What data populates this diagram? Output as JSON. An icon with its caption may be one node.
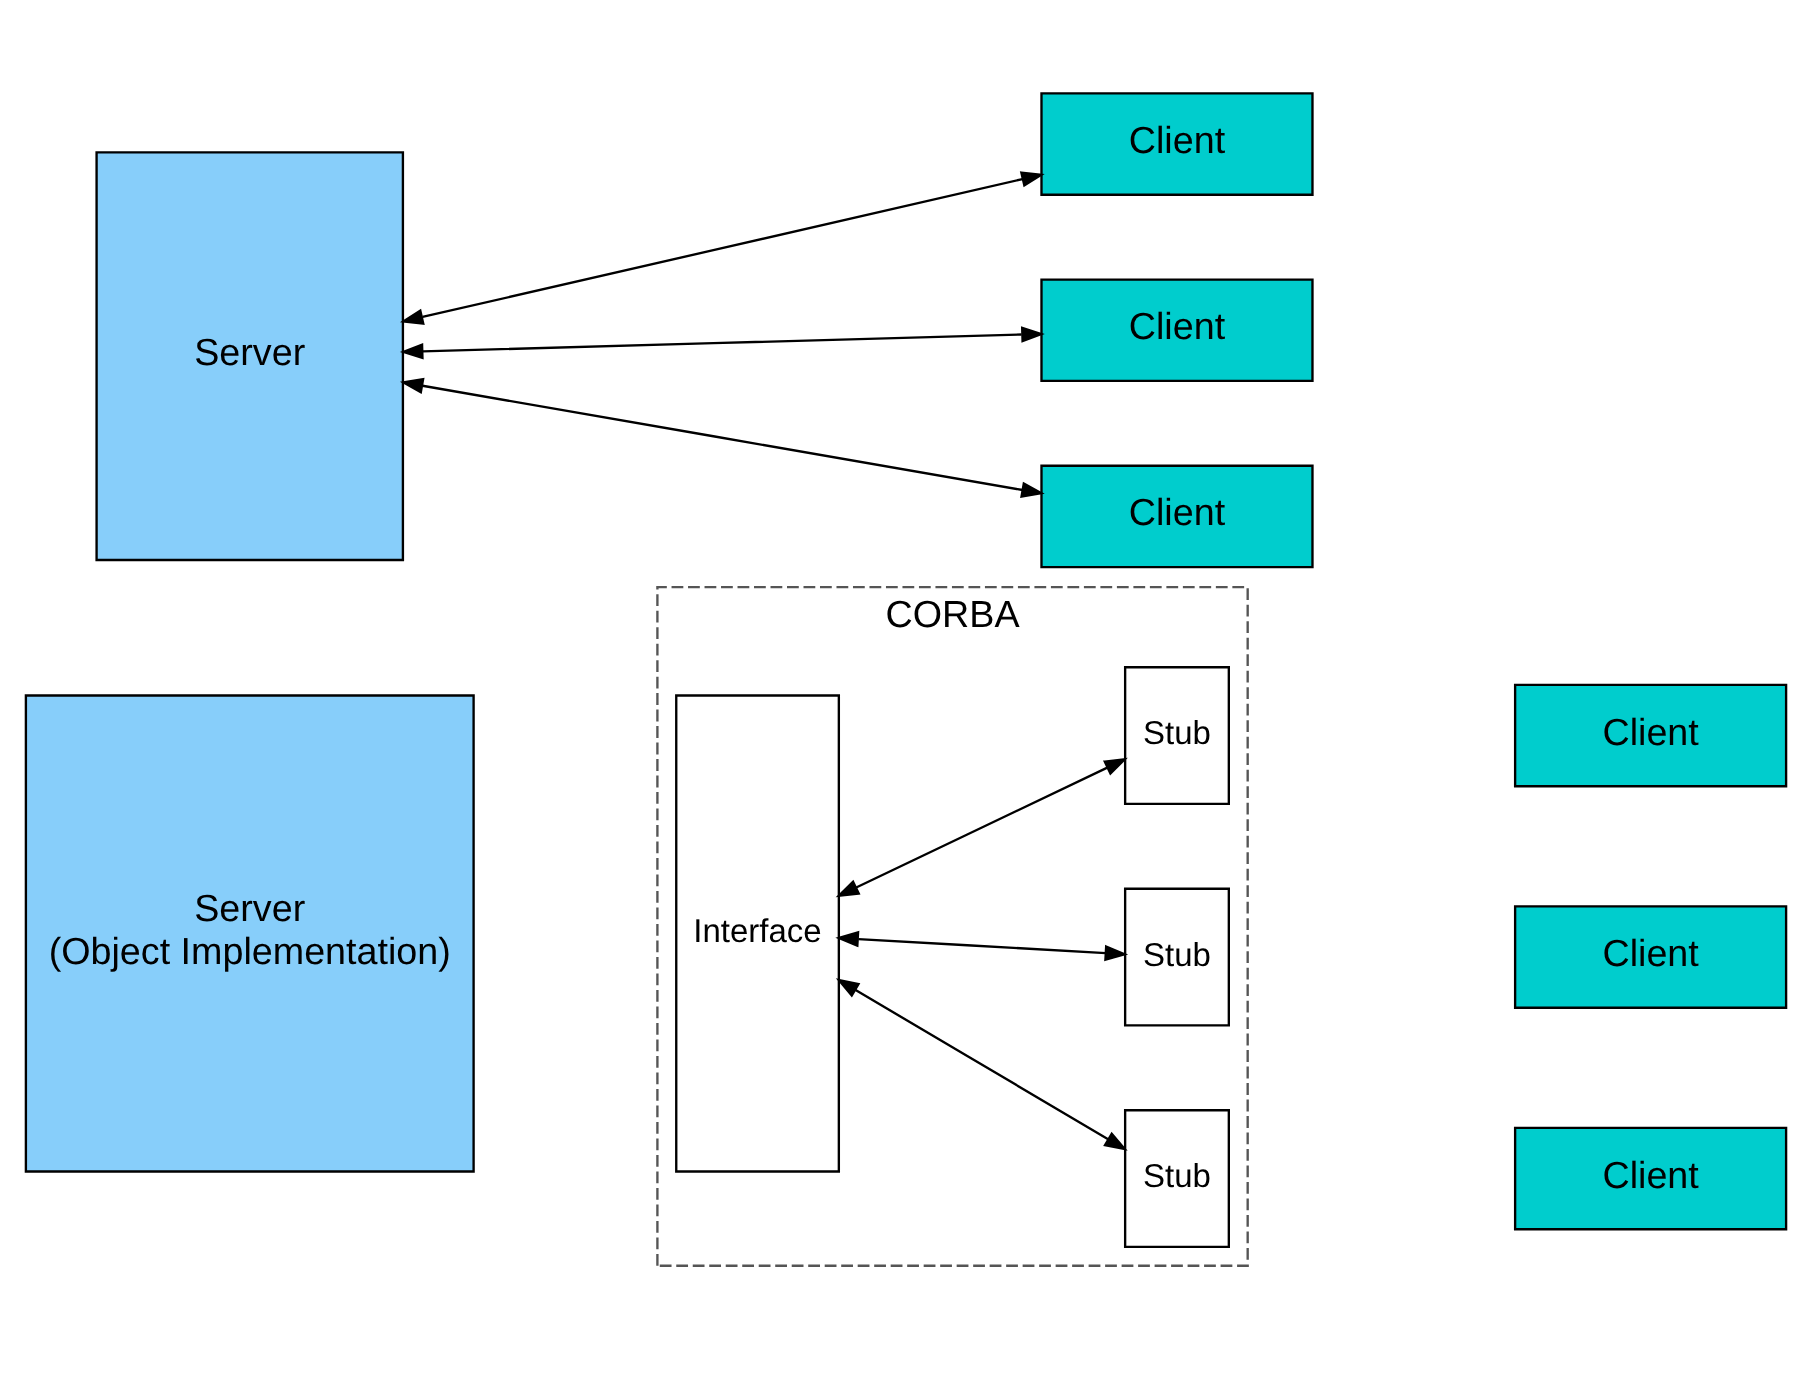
{
  "diagram": {
    "nodes": [
      {
        "text": [
          "Server"
        ]
      },
      {
        "text": [
          "Client"
        ]
      },
      {
        "text": [
          "Client"
        ]
      },
      {
        "text": [
          "Client"
        ]
      },
      {
        "text": [
          "CORBA"
        ]
      },
      {
        "text": [
          "Server",
          "(Object Implementation)"
        ]
      },
      {
        "text": [
          "Interface"
        ],
        "in": 4
      },
      {
        "text": [
          "Stub"
        ],
        "in": 4
      },
      {
        "text": [
          "Stub"
        ],
        "in": 4
      },
      {
        "text": [
          "Stub"
        ],
        "in": 4
      },
      {
        "text": [
          "Client"
        ]
      },
      {
        "text": [
          "Client"
        ]
      },
      {
        "text": [
          "Client"
        ]
      }
    ],
    "edges": [
      {
        "from": 0,
        "to": 1,
        "arrow": "both"
      },
      {
        "from": 0,
        "to": 2,
        "arrow": "both"
      },
      {
        "from": 0,
        "to": 3,
        "arrow": "both"
      },
      {
        "from": 6,
        "to": 7,
        "arrow": "both"
      },
      {
        "from": 6,
        "to": 8,
        "arrow": "both"
      },
      {
        "from": 6,
        "to": 9,
        "arrow": "both"
      }
    ]
  }
}
